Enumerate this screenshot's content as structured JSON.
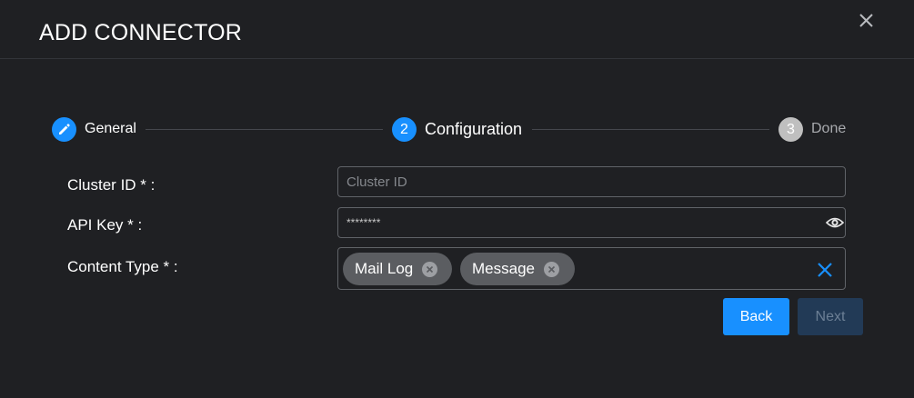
{
  "dialog": {
    "title": "ADD CONNECTOR",
    "close_icon": "close-icon"
  },
  "stepper": {
    "steps": [
      {
        "label": "General",
        "state": "completed",
        "icon": "pencil-icon"
      },
      {
        "number": "2",
        "label": "Configuration",
        "state": "active"
      },
      {
        "number": "3",
        "label": "Done",
        "state": "pending"
      }
    ]
  },
  "form": {
    "cluster_id": {
      "label": "Cluster ID * :",
      "placeholder": "Cluster ID",
      "value": ""
    },
    "api_key": {
      "label": "API Key * :",
      "value": "********",
      "toggle_icon": "eye-icon"
    },
    "content_type": {
      "label": "Content Type * :",
      "chips": [
        "Mail Log",
        "Message"
      ],
      "clear_icon": "clear-icon"
    }
  },
  "actions": {
    "back_label": "Back",
    "next_label": "Next"
  },
  "colors": {
    "accent": "#1890ff",
    "background": "#1f2023",
    "chip": "#5b5d61",
    "next_disabled": "#223a56"
  }
}
